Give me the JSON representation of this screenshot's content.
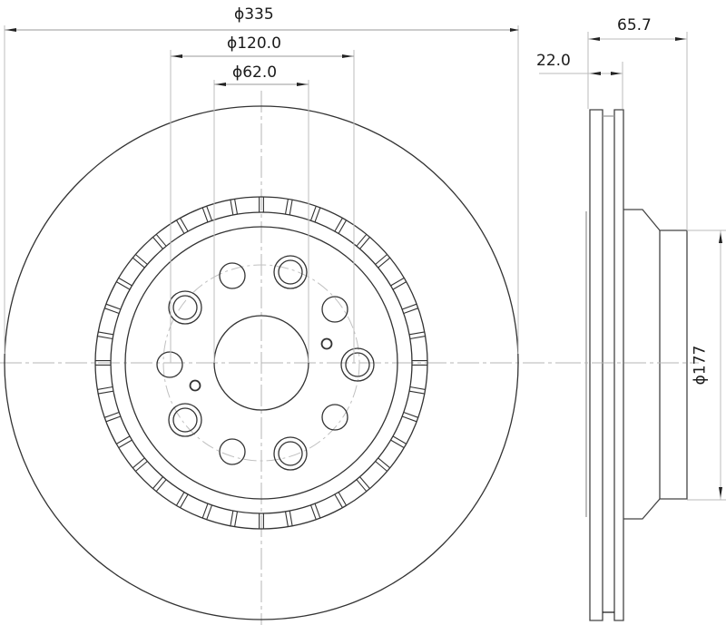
{
  "drawing": {
    "type": "brake disc technical drawing",
    "views": [
      "front view",
      "side section view"
    ],
    "line_color": "#333333",
    "centerline_color": "#b0b0b0"
  },
  "dimensions": {
    "outer_diameter": "ϕ335",
    "bolt_circle_diameter": "ϕ120.0",
    "center_bore_diameter": "ϕ62.0",
    "total_height": "65.7",
    "disc_thickness": "22.0",
    "hat_diameter": "ϕ177"
  },
  "features": {
    "large_holes": 5,
    "plain_holes": 5,
    "small_pin_holes": 2,
    "vent_slots": 36
  }
}
